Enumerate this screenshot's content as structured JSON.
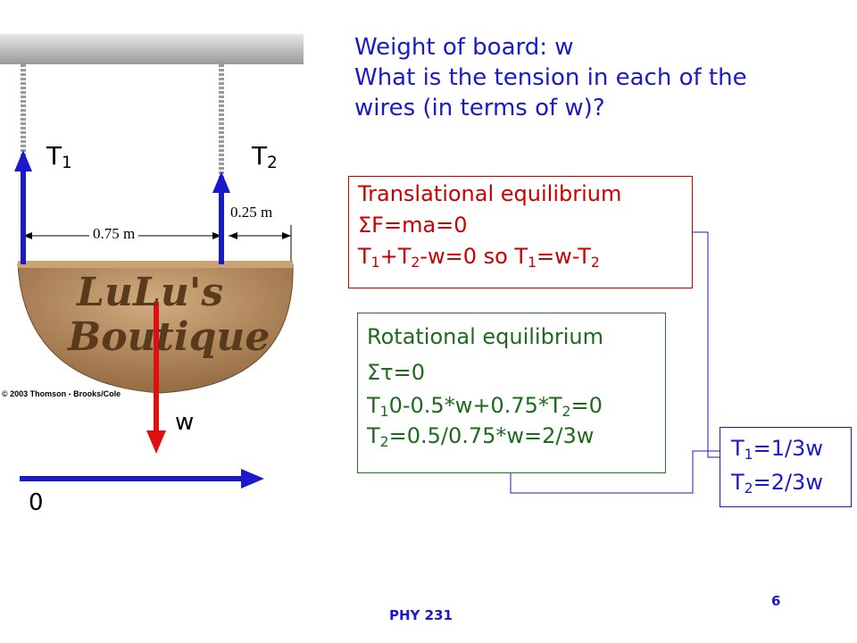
{
  "prompt": {
    "line1": "Weight of board: w",
    "line2": "What is the tension in each of the",
    "line3": "wires (in terms of w)?"
  },
  "translational": {
    "title": "Translational equilibrium",
    "line1": "ΣF=ma=0",
    "line2_a": "T",
    "line2_s1": "1",
    "line2_b": "+T",
    "line2_s2": "2",
    "line2_c": "-w=0  so T",
    "line2_s3": "1",
    "line2_d": "=w-T",
    "line2_s4": "2"
  },
  "rotational": {
    "title": "Rotational equilibrium",
    "line1": "Στ=0",
    "line2_a": "T",
    "line2_s1": "1",
    "line2_b": "0-0.5*w+0.75*T",
    "line2_s2": "2",
    "line2_c": "=0",
    "line3_a": "T",
    "line3_s1": "2",
    "line3_b": "=0.5/0.75*w=2/3w"
  },
  "result": {
    "r1_a": "T",
    "r1_s": "1",
    "r1_b": "=1/3w",
    "r2_a": "T",
    "r2_s": "2",
    "r2_b": "=2/3w"
  },
  "figure": {
    "t1_label": "T",
    "t1_sub": "1",
    "t2_label": "T",
    "t2_sub": "2",
    "dim1": "0.75 m",
    "dim2": "0.25 m",
    "sign_line1": "LuLu's",
    "sign_line2": "Boutique",
    "copyright": "© 2003 Thomson - Brooks/Cole",
    "w_label": "w",
    "origin_label": "0"
  },
  "footer": {
    "course": "PHY 231",
    "page": "6"
  },
  "colors": {
    "blue": "#1a1acc",
    "red": "#cc0000",
    "green": "#1e6b1e",
    "wood": "#b48a5e"
  }
}
